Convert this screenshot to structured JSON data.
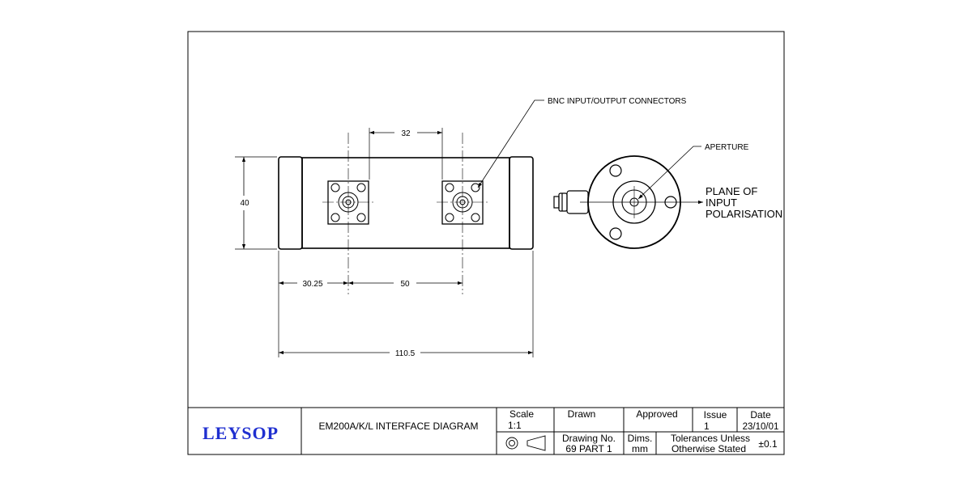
{
  "drawing": {
    "dimensions": {
      "center_spacing": "32",
      "height": "40",
      "end_offset": "30.25",
      "connector_spacing": "50",
      "overall_length": "110.5"
    },
    "labels": {
      "bnc": "BNC INPUT/OUTPUT CONNECTORS",
      "aperture": "APERTURE",
      "plane_line1": "PLANE OF",
      "plane_line2": "INPUT",
      "plane_line3": "POLARISATION"
    }
  },
  "title_block": {
    "logo": "LEYSOP",
    "title": "EM200A/K/L INTERFACE DIAGRAM",
    "scale_label": "Scale",
    "scale_value": "1:1",
    "drawn_label": "Drawn",
    "approved_label": "Approved",
    "issue_label": "Issue",
    "issue_value": "1",
    "date_label": "Date",
    "date_value": "23/10/01",
    "drawing_no_line1": "Drawing No.",
    "drawing_no_line2": "69 PART 1",
    "dims_label": "Dims.",
    "dims_value": "mm",
    "tolerance_line1": "Tolerances Unless",
    "tolerance_line2": "Otherwise Stated",
    "tolerance_value": "±0.1"
  },
  "colors": {
    "line": "#000000",
    "logo": "#1f2fd0",
    "background": "#ffffff"
  },
  "icons": {
    "projection_symbol": "third-angle-projection-icon"
  }
}
